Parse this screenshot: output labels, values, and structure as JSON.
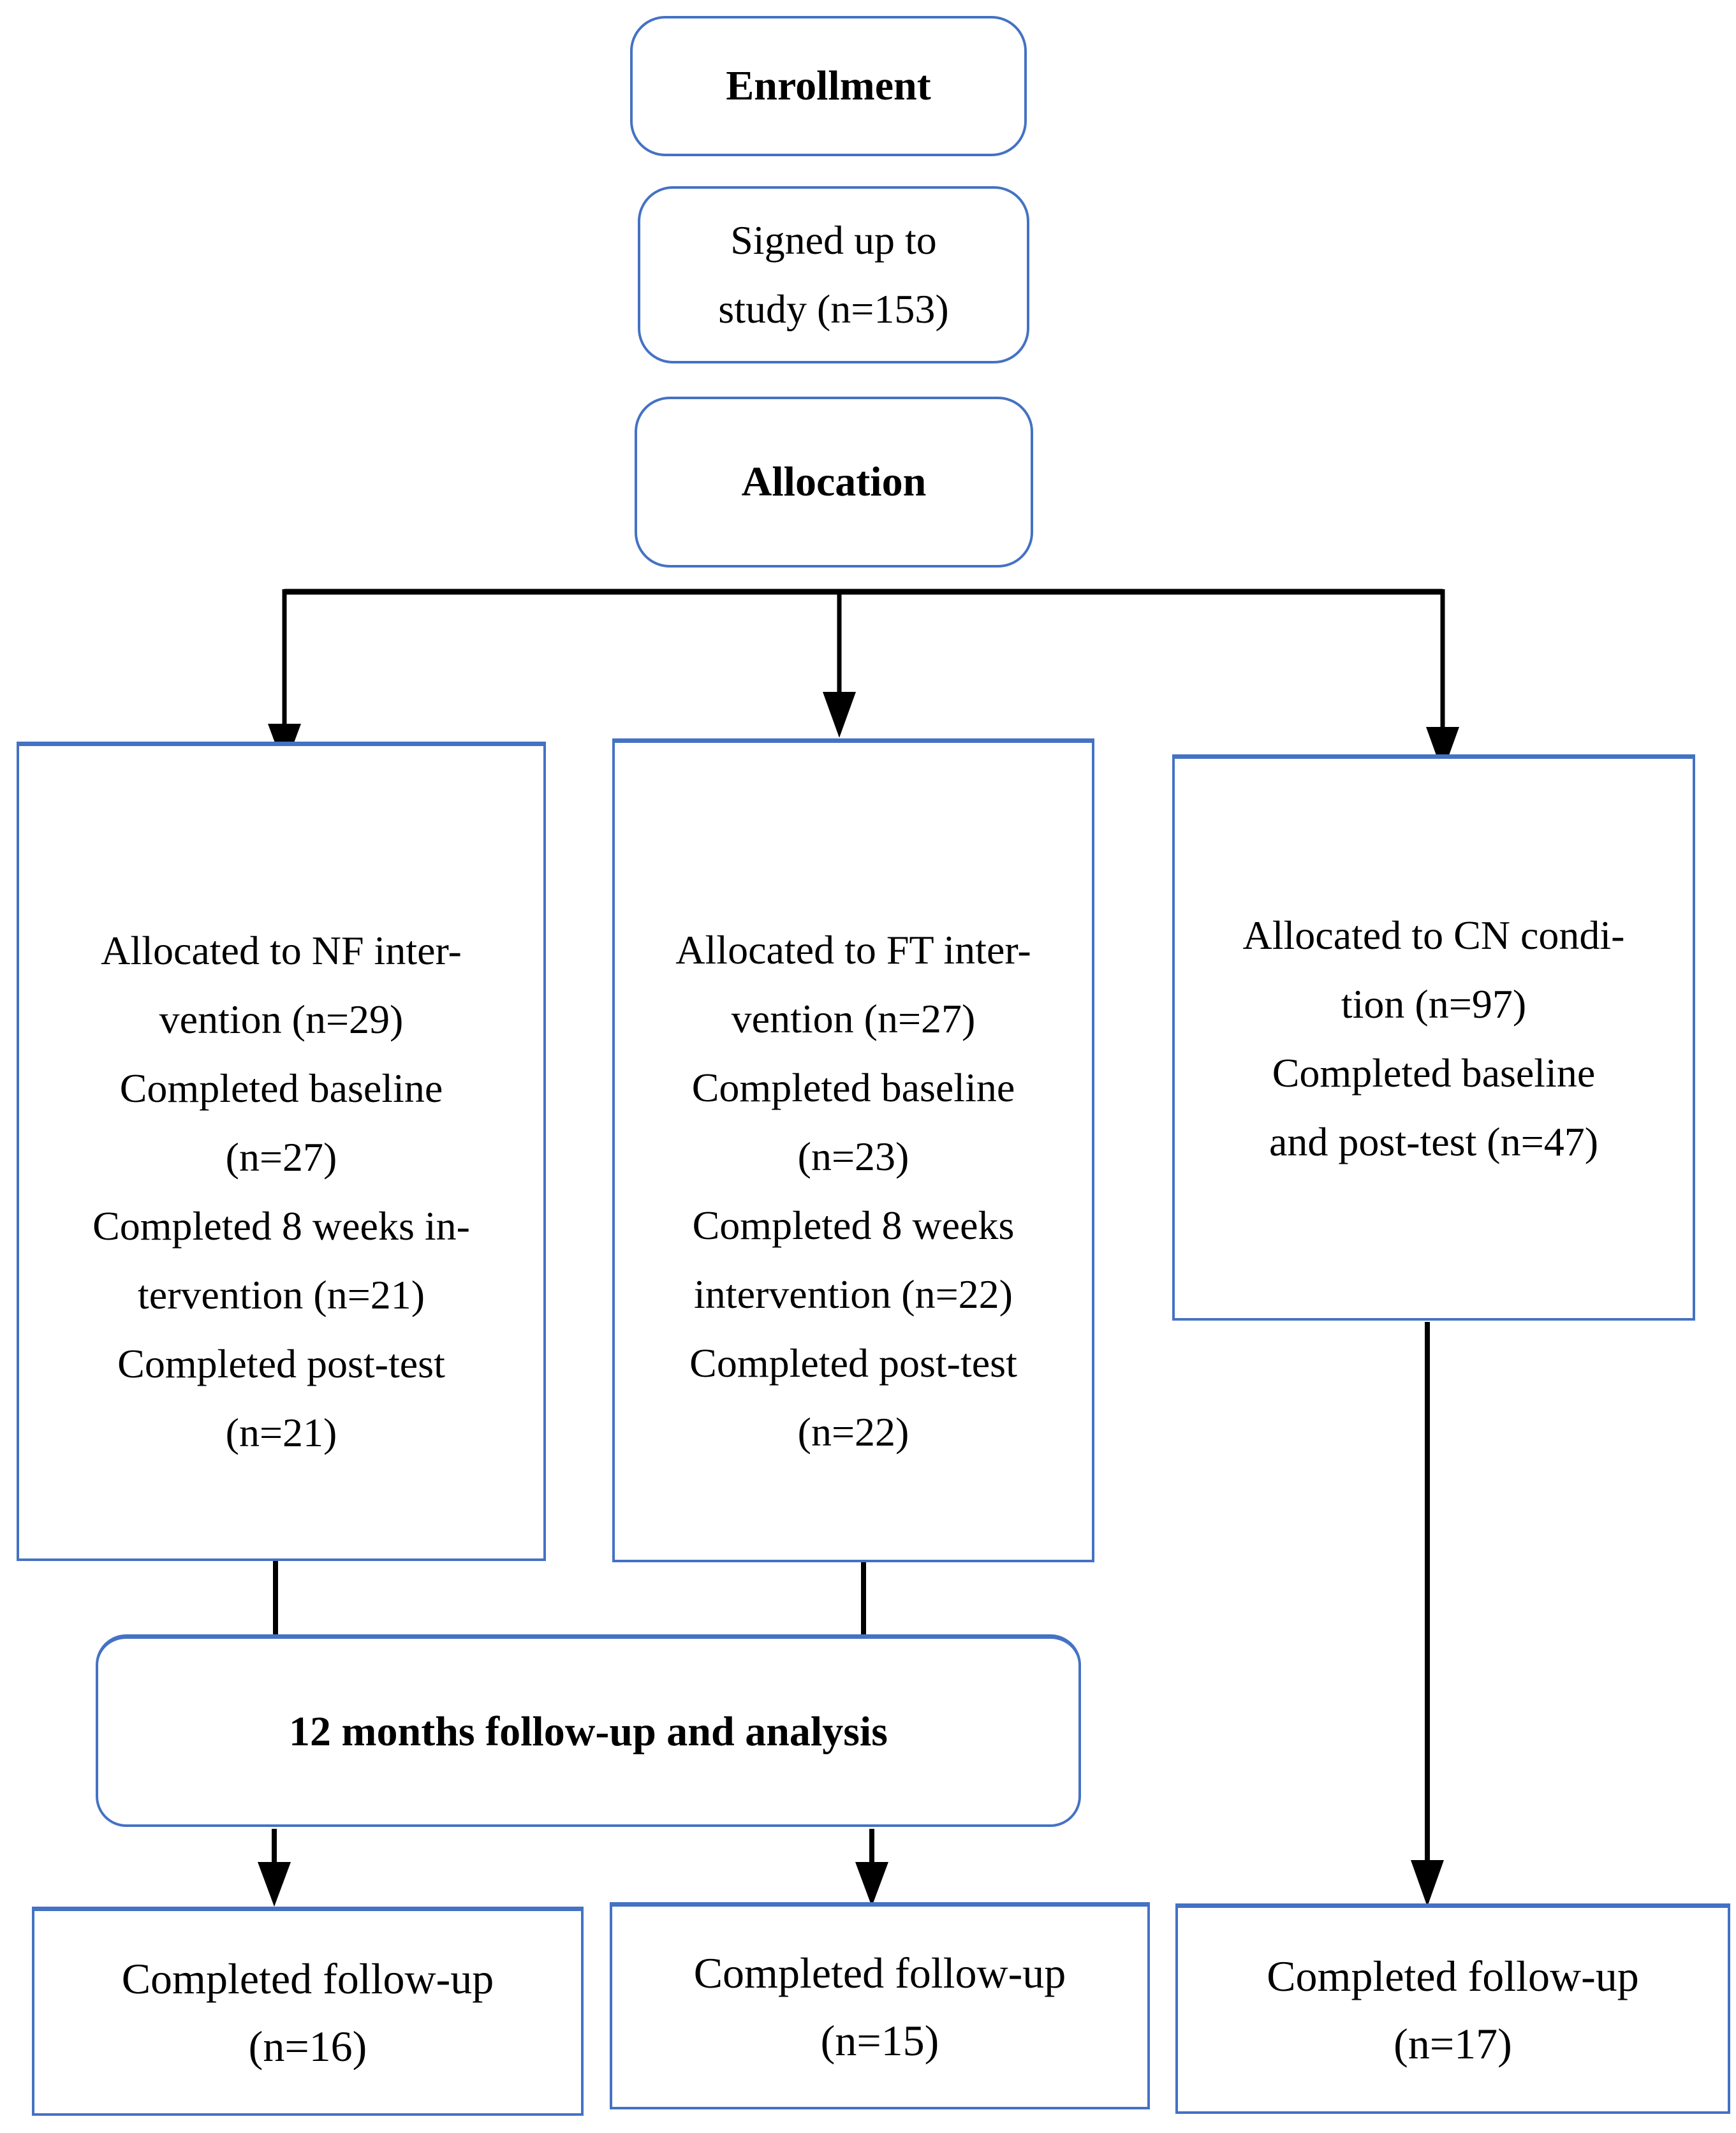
{
  "flowchart": {
    "enrollment": {
      "label": "Enrollment"
    },
    "signed_up": {
      "lines": [
        "Signed up to",
        "study (n=153)"
      ]
    },
    "allocation": {
      "label": "Allocation"
    },
    "nf_group": {
      "lines": [
        "Allocated to NF inter-",
        "vention (n=29)",
        "Completed baseline",
        "(n=27)",
        "Completed 8 weeks in-",
        "tervention (n=21)",
        "Completed post-test",
        "(n=21)"
      ]
    },
    "ft_group": {
      "lines": [
        "Allocated to FT inter-",
        "vention (n=27)",
        "Completed baseline",
        "(n=23)",
        "Completed 8 weeks",
        "intervention (n=22)",
        "Completed post-test",
        "(n=22)"
      ]
    },
    "cn_group": {
      "lines": [
        "Allocated to CN condi-",
        "tion (n=97)",
        "Completed baseline",
        "and post-test (n=47)"
      ]
    },
    "followup_analysis": {
      "label": "12 months follow-up and analysis"
    },
    "followup_nf": {
      "lines": [
        "Completed follow-up",
        "(n=16)"
      ]
    },
    "followup_ft": {
      "lines": [
        "Completed follow-up",
        "(n=15)"
      ]
    },
    "followup_cn": {
      "lines": [
        "Completed follow-up",
        "(n=17)"
      ]
    },
    "colors": {
      "box_border": "#4472C4",
      "connector": "#000000",
      "background": "#FFFFFF",
      "text": "#000000"
    }
  }
}
